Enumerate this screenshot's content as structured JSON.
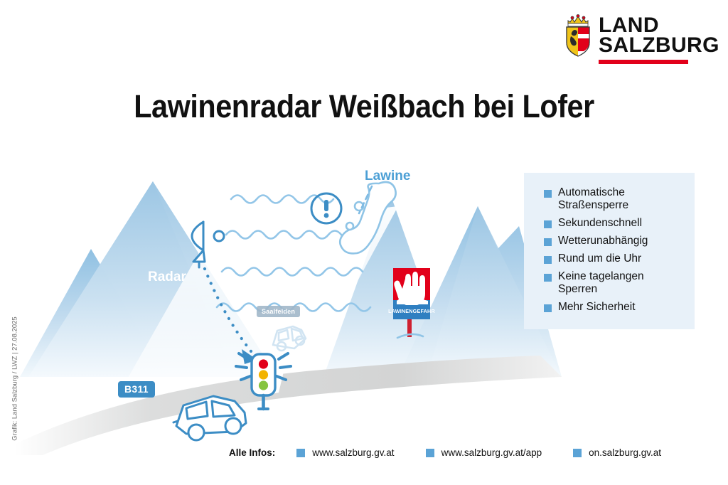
{
  "logo": {
    "line1": "LAND",
    "line2": "SALZBURG",
    "crest_name": "salzburg-coat-of-arms",
    "bar_color": "#e2001a"
  },
  "title": "Lawinenradar Weißbach bei Lofer",
  "credit": "Grafik: Land Salzburg / LWZ | 27.08.2025",
  "scene": {
    "labels": {
      "radar": "Radar",
      "lawine": "Lawine",
      "road_badge": "B311",
      "direction_badge": "Saalfelden"
    },
    "warning_sign": {
      "text": "LAWINENGEFAHR",
      "panel_color": "#e2001a",
      "band_color": "#2f7fc1",
      "hand_color": "#ffffff"
    },
    "traffic_light": {
      "lamp_red": "#e2001a",
      "lamp_amber": "#f2b300",
      "lamp_green": "#86c440",
      "housing_color": "#3c8dc5"
    },
    "colors": {
      "mountain_top": "#9cc6e4",
      "mountain_bottom": "#eaf3fa",
      "accent_blue": "#3c8dc5",
      "wave_blue": "#8fc4e6",
      "road_gray": "#d9dada"
    }
  },
  "legend": {
    "background": "#e8f1f9",
    "bullet_color": "#5ba3d6",
    "items": [
      "Automatische Straßensperre",
      "Sekundenschnell",
      "Wetterunabhängig",
      "Rund um die Uhr",
      "Keine tagelangen Sperren",
      "Mehr Sicherheit"
    ]
  },
  "footer": {
    "label": "Alle Infos:",
    "bullet_color": "#5ba3d6",
    "links": [
      "www.salzburg.gv.at",
      "www.salzburg.gv.at/app",
      "on.salzburg.gv.at"
    ]
  }
}
